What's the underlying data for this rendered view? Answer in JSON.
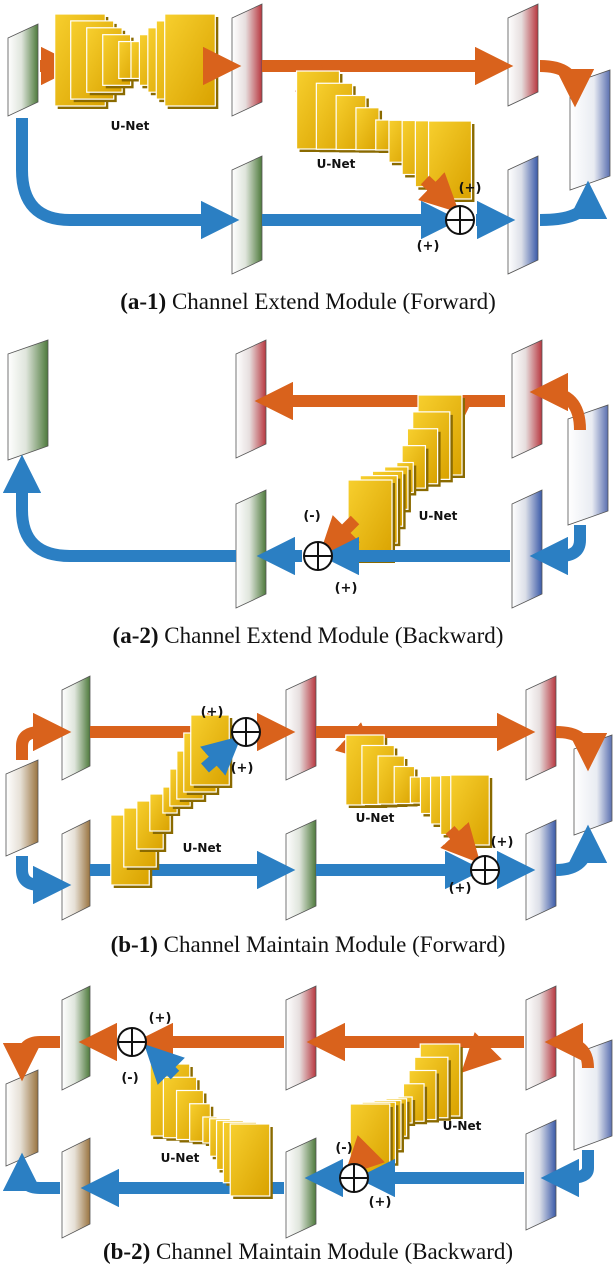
{
  "colors": {
    "orange": "#d9621c",
    "blue": "#2b7fc3",
    "unet_gold": "#e8b400",
    "unet_edge": "#8a6a00",
    "feature_red": "#b8373f",
    "feature_green": "#4e7a3c",
    "feature_blue": "#3a5aa8",
    "feature_brown": "#9a7440"
  },
  "panels": [
    {
      "id": "a1",
      "label_bold": "(a-1)",
      "label_text": " Channel Extend Module (Forward)",
      "unet_labels": [
        "U-Net",
        "U-Net"
      ],
      "signs": [
        "(+)",
        "(+)"
      ]
    },
    {
      "id": "a2",
      "label_bold": "(a-2)",
      "label_text": " Channel Extend Module (Backward)",
      "unet_labels": [
        "U-Net"
      ],
      "signs": [
        "(-)",
        "(+)"
      ]
    },
    {
      "id": "b1",
      "label_bold": "(b-1)",
      "label_text": " Channel Maintain Module (Forward)",
      "unet_labels": [
        "U-Net",
        "U-Net"
      ],
      "signs": [
        "(+)",
        "(+)",
        "(+)",
        "(+)"
      ]
    },
    {
      "id": "b2",
      "label_bold": "(b-2)",
      "label_text": " Channel Maintain Module (Backward)",
      "unet_labels": [
        "U-Net",
        "U-Net"
      ],
      "signs": [
        "(+)",
        "(-)",
        "(-)",
        "(+)"
      ]
    }
  ]
}
